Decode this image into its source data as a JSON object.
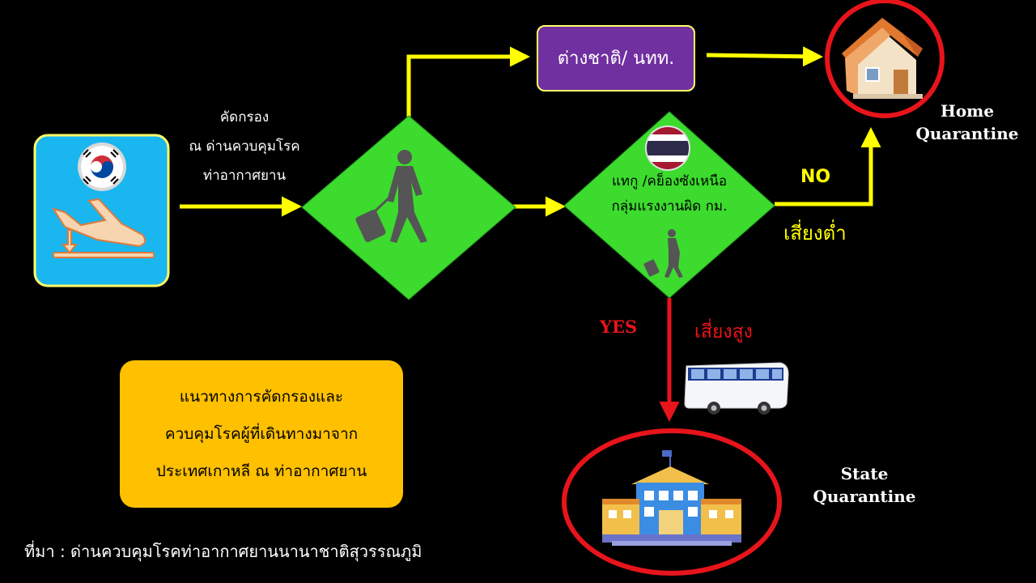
{
  "screening_text": [
    "คัดกรอง",
    "ณ ด่านควบคุมโรค",
    "ท่าอากาศยาน"
  ],
  "foreigner_box": "ต่างชาติ/ นทท.",
  "risk_diamond": [
    "แทกู /คย็องซังเหนือ",
    "กลุ่มแรงงานผิด กม."
  ],
  "no_label": "NO",
  "low_risk": "เสี่ยงต่ำ",
  "yes_label": "YES",
  "high_risk": "เสี่ยงสูง",
  "home_quarantine": [
    "Home",
    "Quarantine"
  ],
  "state_quarantine": [
    "State",
    "Quarantine"
  ],
  "guideline_box": [
    "แนวทางการคัดกรองและ",
    "ควบคุมโรคผู้ที่เดินทางมาจาก",
    "ประเทศเกาหลี ณ ท่าอากาศยาน"
  ],
  "source": "ที่มา : ด่านควบคุมโรคท่าอากาศยานนานาชาติสุวรรณภูมิ",
  "colors": {
    "arrow_yellow": "#ffff00",
    "arrow_red": "#e8141b",
    "diamond_green": "#3cdb2e",
    "purple_box": "#7030a0",
    "guide_orange": "#ffc000",
    "arrival_blue": "#1ab6f0"
  },
  "icons": [
    "korea-flag-icon",
    "plane-arrival-icon",
    "traveler-icon",
    "thai-flag-icon",
    "house-icon",
    "bus-icon",
    "school-building-icon"
  ]
}
